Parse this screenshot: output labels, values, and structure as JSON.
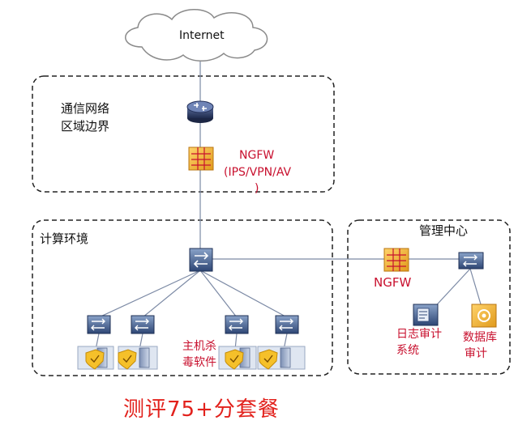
{
  "internet": {
    "label": "Internet"
  },
  "boundary_zone": {
    "title_line1": "通信网络",
    "title_line2": "区域边界"
  },
  "ngfw_top": {
    "line1": "NGFW",
    "line2": "(IPS/VPN/AV",
    "line3": ")"
  },
  "compute_zone": {
    "title": "计算环境"
  },
  "mgmt_zone": {
    "title": "管理中心"
  },
  "ngfw_mgmt": {
    "label": "NGFW"
  },
  "av_label": {
    "line1": "主机杀",
    "line2": "毒软件"
  },
  "log_audit": {
    "line1": "日志审计",
    "line2": "系统"
  },
  "db_audit": {
    "line1": "数据库",
    "line2": "审计"
  },
  "footer": {
    "text": "测评75+分套餐"
  },
  "colors": {
    "router": "#2f3f6b",
    "switch": "#3b5584",
    "firewall": "#f2b23a",
    "shield": "#f5c02a",
    "red_text": "#c8102e",
    "line": "#7c8aa5"
  }
}
